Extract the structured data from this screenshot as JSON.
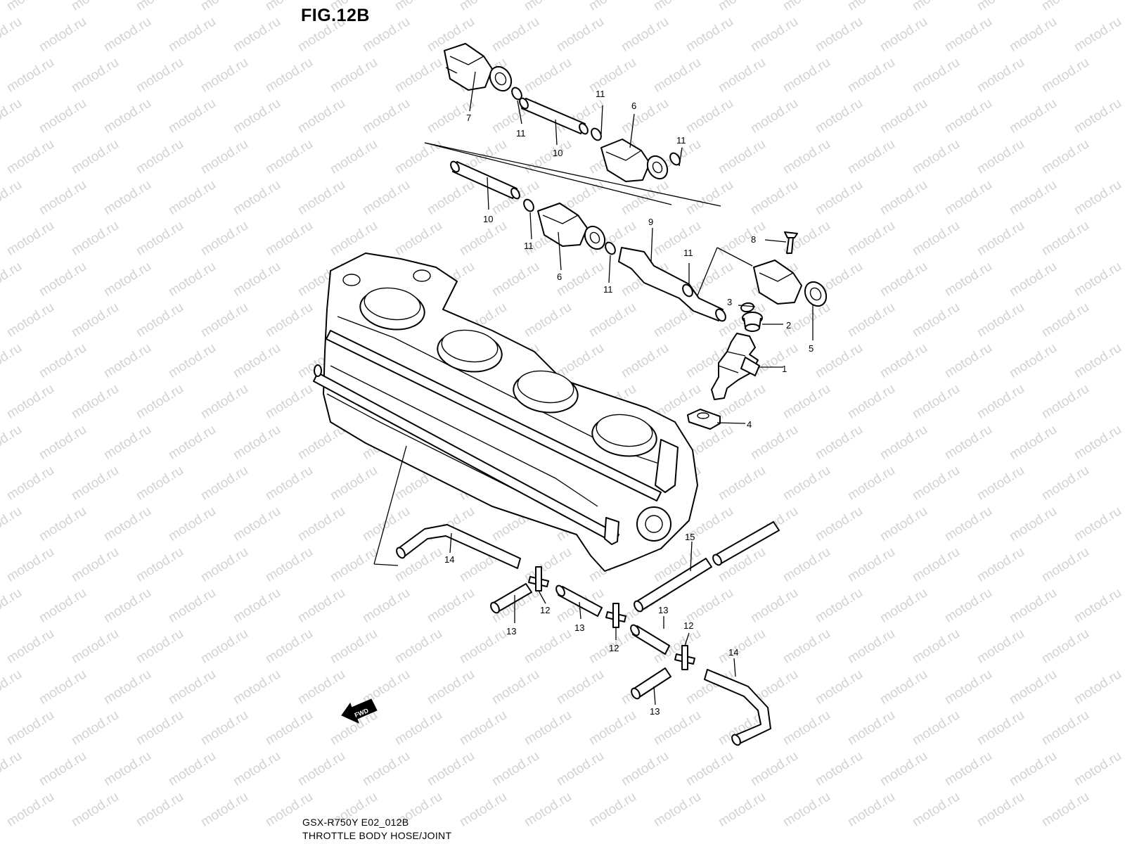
{
  "figure": {
    "title": "FIG.12B",
    "model_code": "GSX-R750Y E02_012B",
    "caption": "THROTTLE BODY HOSE/JOINT"
  },
  "watermark": {
    "text": "motod.ru"
  },
  "fwd_label": "FWD",
  "callouts": [
    {
      "id": "c7",
      "text": "7"
    },
    {
      "id": "c11a",
      "text": "11"
    },
    {
      "id": "c10a",
      "text": "10"
    },
    {
      "id": "c11b",
      "text": "11"
    },
    {
      "id": "c6a",
      "text": "6"
    },
    {
      "id": "c11c",
      "text": "11"
    },
    {
      "id": "c10b",
      "text": "10"
    },
    {
      "id": "c11d",
      "text": "11"
    },
    {
      "id": "c6b",
      "text": "6"
    },
    {
      "id": "c9",
      "text": "9"
    },
    {
      "id": "c11e",
      "text": "11"
    },
    {
      "id": "c11f",
      "text": "11"
    },
    {
      "id": "c8",
      "text": "8"
    },
    {
      "id": "c3",
      "text": "3"
    },
    {
      "id": "c2",
      "text": "2"
    },
    {
      "id": "c5",
      "text": "5"
    },
    {
      "id": "c1",
      "text": "1"
    },
    {
      "id": "c4",
      "text": "4"
    },
    {
      "id": "c15",
      "text": "15"
    },
    {
      "id": "c14a",
      "text": "14"
    },
    {
      "id": "c12a",
      "text": "12"
    },
    {
      "id": "c13a",
      "text": "13"
    },
    {
      "id": "c13b",
      "text": "13"
    },
    {
      "id": "c12b",
      "text": "12"
    },
    {
      "id": "c13c",
      "text": "13"
    },
    {
      "id": "c12c",
      "text": "12"
    },
    {
      "id": "c14b",
      "text": "14"
    },
    {
      "id": "c13d",
      "text": "13"
    }
  ]
}
